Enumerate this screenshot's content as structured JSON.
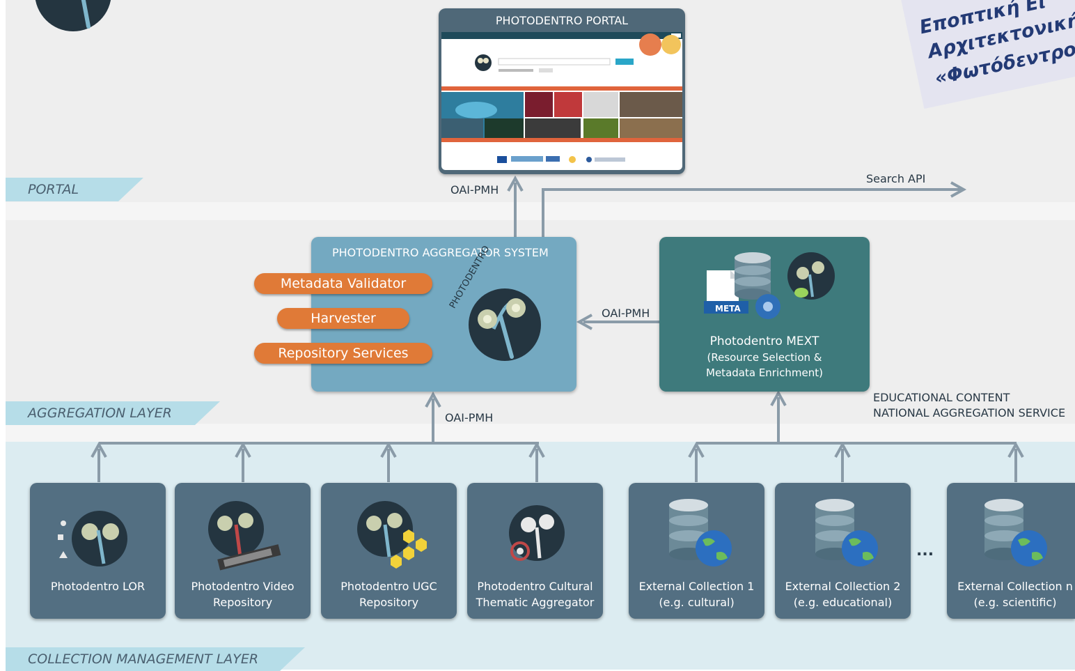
{
  "portal": {
    "title": "PHOTODENTRO PORTAL",
    "layer_label": "PORTAL"
  },
  "aggregator": {
    "title": "PHOTODENTRO AGGREGATOR SYSTEM",
    "logo_text": "PHOTODENTRO",
    "services": [
      "Metadata Validator",
      "Harvester",
      "Repository Services"
    ]
  },
  "mext": {
    "badge": "META",
    "title": "Photodentro MEXT",
    "subtitle_line1": "(Resource Selection &",
    "subtitle_line2": "Metadata Enrichment)"
  },
  "connections": {
    "oai_top": "OAI-PMH",
    "search_api": "Search API",
    "oai_mext": "OAI-PMH",
    "oai_bottom": "OAI-PMH"
  },
  "national_service": {
    "line1": "EDUCATIONAL CONTENT",
    "line2": "NATIONAL AGGREGATION SERVICE"
  },
  "layers": {
    "portal": "PORTAL",
    "aggregation": "AGGREGATION LAYER",
    "collection": "COLLECTION MANAGEMENT LAYER"
  },
  "collections": [
    {
      "line1": "Photodentro LOR",
      "line2": ""
    },
    {
      "line1": "Photodentro Video",
      "line2": "Repository"
    },
    {
      "line1": "Photodentro UGC",
      "line2": "Repository"
    },
    {
      "line1": "Photodentro Cultural",
      "line2": "Thematic Aggregator"
    },
    {
      "line1": "External Collection 1",
      "line2": "(e.g. cultural)"
    },
    {
      "line1": "External Collection 2",
      "line2": "(e.g. educational)"
    },
    {
      "line1": "External Collection n",
      "line2": "(e.g. scientific)"
    }
  ],
  "ellipsis": "...",
  "greek_title": {
    "line1": "Εποπτική Ει",
    "line2": "Αρχιτεκτονικής",
    "line3": "«Φωτόδεντρο»"
  },
  "colors": {
    "band_light": "#eeeeee",
    "band_blue": "#dcecf1",
    "layer_tag": "#b6dde8",
    "aggregator": "#74a9c1",
    "mext": "#3e7a7c",
    "collection": "#536f82",
    "pill": "#e07a37",
    "arrow": "#8a9ba8"
  }
}
